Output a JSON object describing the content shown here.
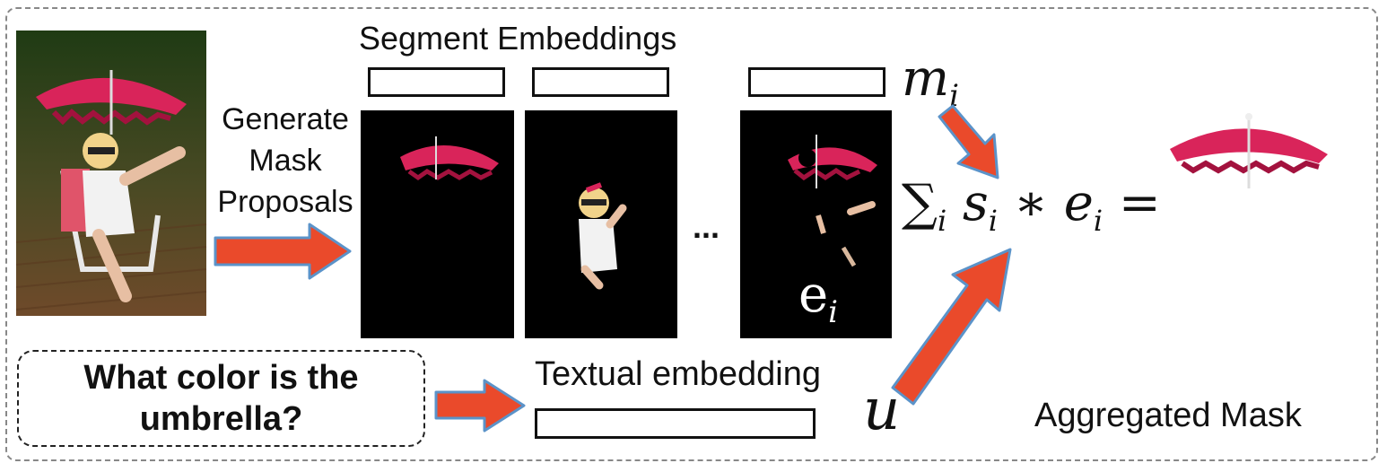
{
  "labels": {
    "segment_embeddings": "Segment Embeddings",
    "generate_mask_proposals": "Generate\nMask\nProposals",
    "ellipsis": "...",
    "question": "What color is the\numbrella?",
    "textual_embedding": "Textual embedding",
    "aggregated_mask": "Aggregated Mask"
  },
  "math": {
    "m_i_base": "m",
    "m_i_sub": "i",
    "e_i_base": "e",
    "e_i_sub": "i",
    "u": "u",
    "sum_symbol": "∑",
    "sum_sub": "i",
    "s_i_base": "s",
    "s_i_sub": "i",
    "times": "∗",
    "e_base": "e",
    "e_sub": "i",
    "equals": "="
  },
  "colors": {
    "arrow_fill": "#ea4a2b",
    "arrow_stroke": "#5b93c9",
    "umbrella": "#d9245a",
    "panel_bg": "#000000"
  }
}
